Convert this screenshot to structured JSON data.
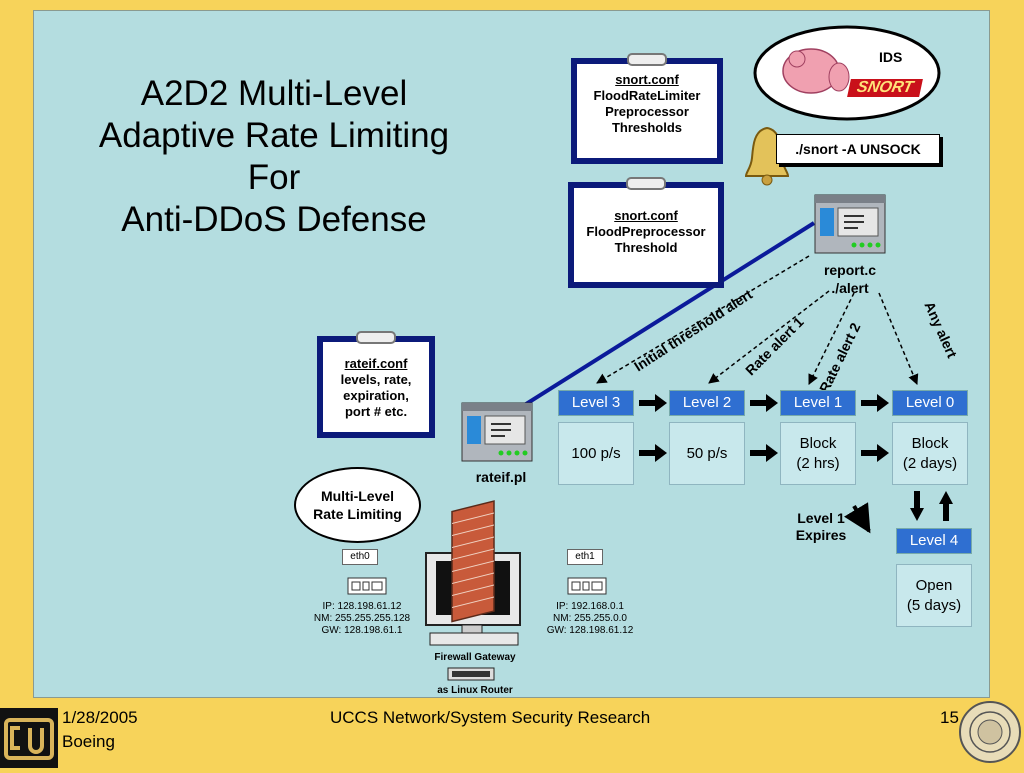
{
  "title": {
    "lines": [
      "A2D2 Multi-Level",
      "Adaptive Rate Limiting",
      "For",
      "Anti-DDoS Defense"
    ]
  },
  "clipboards": {
    "snort_conf_1": {
      "filename": "snort.conf",
      "lines": [
        "FloodRateLimiter",
        "Preprocessor",
        "Thresholds"
      ]
    },
    "snort_conf_2": {
      "filename": "snort.conf",
      "lines": [
        "FloodPreprocessor",
        "Threshold"
      ]
    },
    "rateif_conf": {
      "filename": "rateif.conf",
      "lines": [
        "levels, rate,",
        "expiration,",
        "port # etc."
      ]
    }
  },
  "ids_logo": {
    "label": "IDS",
    "brand": "SNORT"
  },
  "snort_command": "./snort -A UNSOCK",
  "report_node": {
    "line1": "report.c",
    "line2": "./alert"
  },
  "rateif_node": {
    "label": "rateif.pl"
  },
  "multi_level_label": {
    "line1": "Multi-Level",
    "line2": "Rate Limiting"
  },
  "alerts": {
    "initial": "Initial threshold alert",
    "rate1": "Rate alert 1",
    "rate2": "Rate alert 2",
    "any": "Any alert"
  },
  "levels": [
    {
      "name": "Level 3",
      "rate": "100 p/s"
    },
    {
      "name": "Level 2",
      "rate": "50 p/s"
    },
    {
      "name": "Level 1",
      "rate_line1": "Block",
      "rate_line2": "(2 hrs)"
    },
    {
      "name": "Level 0",
      "rate_line1": "Block",
      "rate_line2": "(2 days)"
    }
  ],
  "level4": {
    "name": "Level 4",
    "line1": "Open",
    "line2": "(5 days)"
  },
  "level1_expires": {
    "line1": "Level 1",
    "line2": "Expires"
  },
  "eth0": {
    "name": "eth0",
    "ip": "IP: 128.198.61.12",
    "nm": "NM: 255.255.255.128",
    "gw": "GW: 128.198.61.1"
  },
  "eth1": {
    "name": "eth1",
    "ip": "IP: 192.168.0.1",
    "nm": "NM: 255.255.0.0",
    "gw": "GW: 128.198.61.12"
  },
  "gateway": {
    "line1": "Firewall Gateway",
    "line2": "as Linux Router"
  },
  "footer": {
    "date": "1/28/2005",
    "org": "Boeing",
    "center": "UCCS Network/System Security Research",
    "page": "15"
  },
  "colors": {
    "background": "#f7d35a",
    "slide": "#b4dde0",
    "level": "#2f6fd1",
    "clipboard_border": "#0b1a7a"
  }
}
